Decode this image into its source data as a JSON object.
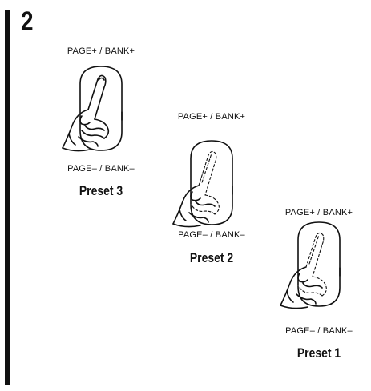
{
  "step_number": "2",
  "groups": [
    {
      "up_label": "PAGE+ / BANK+",
      "down_label": "PAGE– / BANK–",
      "preset_label": "Preset 3",
      "hand_style": "solid"
    },
    {
      "up_label": "PAGE+ / BANK+",
      "down_label": "PAGE– / BANK–",
      "preset_label": "Preset 2",
      "hand_style": "dashed"
    },
    {
      "up_label": "PAGE+ / BANK+",
      "down_label": "PAGE– / BANK–",
      "preset_label": "Preset 1",
      "hand_style": "dashed"
    }
  ]
}
